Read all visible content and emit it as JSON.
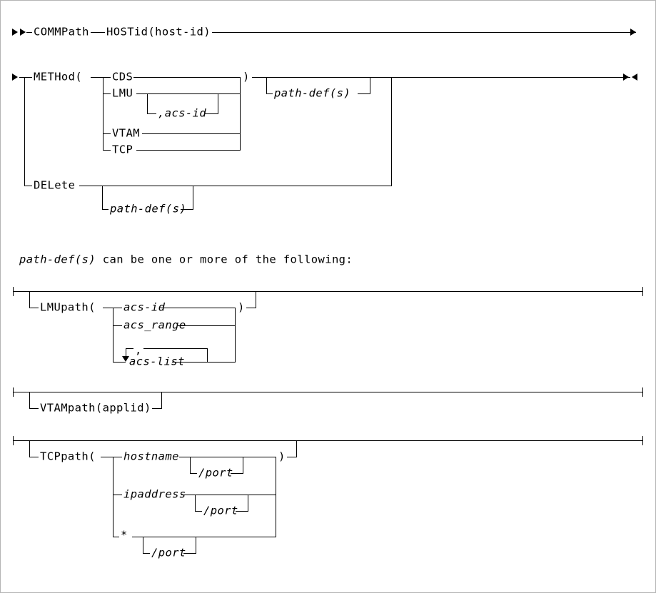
{
  "diagram": {
    "type": "railroad-syntax-diagram",
    "title": "COMMPath syntax diagram",
    "line_color": "#000000",
    "background": "#ffffff",
    "border_color": "#b4b4b4"
  },
  "main": {
    "start_marker": "►►",
    "continue_marker": "►",
    "end_marker": "►◄",
    "keywords": {
      "commpath": "COMMPath",
      "hostid": "HOSTid(",
      "hostid_arg": "host-id",
      "hostid_close": ")",
      "method": "METHod(",
      "method_close": ")",
      "delete": "DELete"
    },
    "method_options": [
      {
        "label": "CDS"
      },
      {
        "label": "LMU"
      },
      {
        "label": "VTAM"
      },
      {
        "label": "TCP"
      }
    ],
    "lmu_optional_arg": ",acs-id",
    "path_def_ref": "path-def(s)"
  },
  "note": {
    "term": "path-def(s)",
    "text": " can be one or more of the following:"
  },
  "fragments": {
    "lmupath": {
      "keyword": "LMUpath(",
      "close": ")",
      "alternatives": [
        {
          "label": "acs-id",
          "italic": true
        },
        {
          "label": "acs_range",
          "italic": true
        },
        {
          "label": "acs-list",
          "italic": true,
          "repeat_separator": ","
        }
      ]
    },
    "vtampath": {
      "keyword": "VTAMpath(",
      "arg": "applid",
      "close": ")"
    },
    "tcppath": {
      "keyword": "TCPpath(",
      "close": ")",
      "alternatives": [
        {
          "label": "hostname",
          "italic": true,
          "optional_suffix": "/port"
        },
        {
          "label": "ipaddress",
          "italic": true,
          "optional_suffix": "/port"
        },
        {
          "label": "*",
          "italic": false,
          "optional_suffix": "/port"
        }
      ]
    }
  }
}
